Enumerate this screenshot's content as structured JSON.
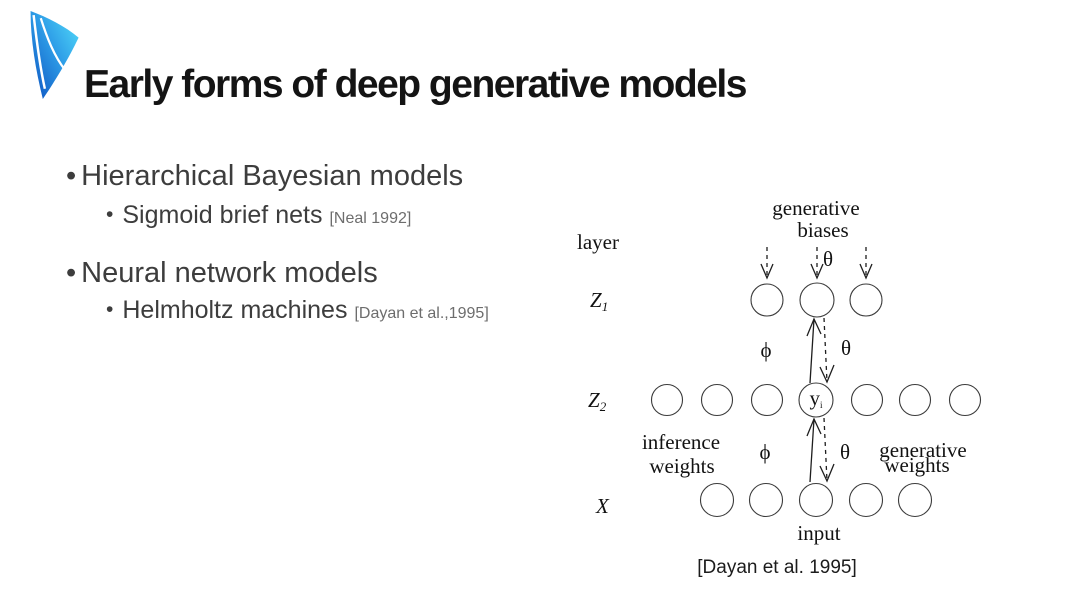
{
  "slide": {
    "title": "Early forms of deep generative models",
    "bullet_char": "•",
    "bullets": {
      "item1": "Hierarchical Bayesian models",
      "item1_sub": "Sigmoid brief nets",
      "item1_cite": "[Neal 1992]",
      "item2": "Neural network models",
      "item2_sub": "Helmholtz machines",
      "item2_cite": "[Dayan et al.,1995]"
    }
  },
  "logo": {
    "name": "blue-swoosh-logo",
    "color_dark": "#0b50c0",
    "color_mid": "#2f9fe8",
    "color_light": "#55e0fa"
  },
  "diagram": {
    "top_label_line1": "generative",
    "top_label_line2": "biases",
    "layer_label": "layer",
    "z_base": "Z",
    "z1_sub": "1",
    "z2_sub": "2",
    "x_label": "X",
    "yi_base": "y",
    "yi_sub": "i",
    "phi": "ϕ",
    "theta": "θ",
    "inference_line1": "inference",
    "inference_line2": "weights",
    "generative_line1": "generative",
    "generative_line2": "weights",
    "input_label": "input",
    "caption": "[Dayan et al. 1995]",
    "network": {
      "rows": [
        {
          "layer": "Z1",
          "nodes": 3
        },
        {
          "layer": "Z2",
          "nodes": 7,
          "highlighted_node": "yi"
        },
        {
          "layer": "X",
          "nodes": 5
        }
      ],
      "edges": [
        {
          "from": "X",
          "to": "Z2",
          "style": "solid-up",
          "weight": "phi"
        },
        {
          "from": "Z2",
          "to": "X",
          "style": "dashed-down",
          "weight": "theta"
        },
        {
          "from": "Z2",
          "to": "Z1",
          "style": "solid-up",
          "weight": "phi"
        },
        {
          "from": "Z1",
          "to": "Z2",
          "style": "dashed-down",
          "weight": "theta"
        },
        {
          "from": "biases",
          "to": "Z1",
          "style": "dashed-down",
          "weight": "theta"
        }
      ]
    }
  }
}
